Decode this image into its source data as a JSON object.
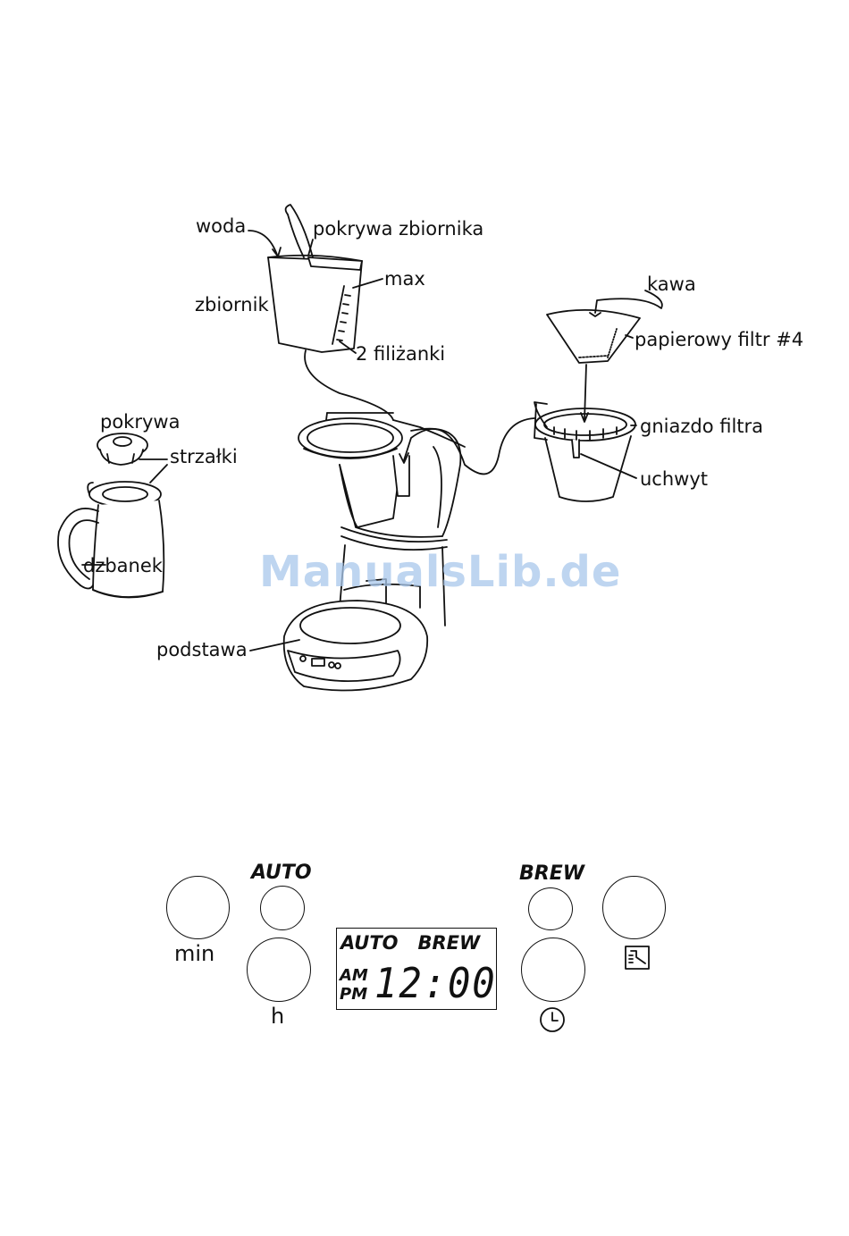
{
  "labels": {
    "woda": "woda",
    "pokrywa_zbiornika": "pokrywa zbiornika",
    "max": "max",
    "zbiornik": "zbiornik",
    "filizanki": "2 filiżanki",
    "kawa": "kawa",
    "papierowy_filtr": "papierowy filtr #4",
    "pokrywa": "pokrywa",
    "strzalki": "strzałki",
    "gniazdo_filtra": "gniazdo filtra",
    "uchwyt": "uchwyt",
    "dzbanek": "dzbanek",
    "podstawa": "podstawa"
  },
  "watermark": "ManualsLib.de",
  "panel": {
    "auto_label": "AUTO",
    "brew_label": "BREW",
    "min_label": "min",
    "h_label": "h",
    "display": {
      "mode_text": "AUTO   BREW",
      "am": "AM",
      "pm": "PM",
      "time": "12:00"
    },
    "icons": [
      "clock-icon",
      "descale-icon"
    ]
  }
}
